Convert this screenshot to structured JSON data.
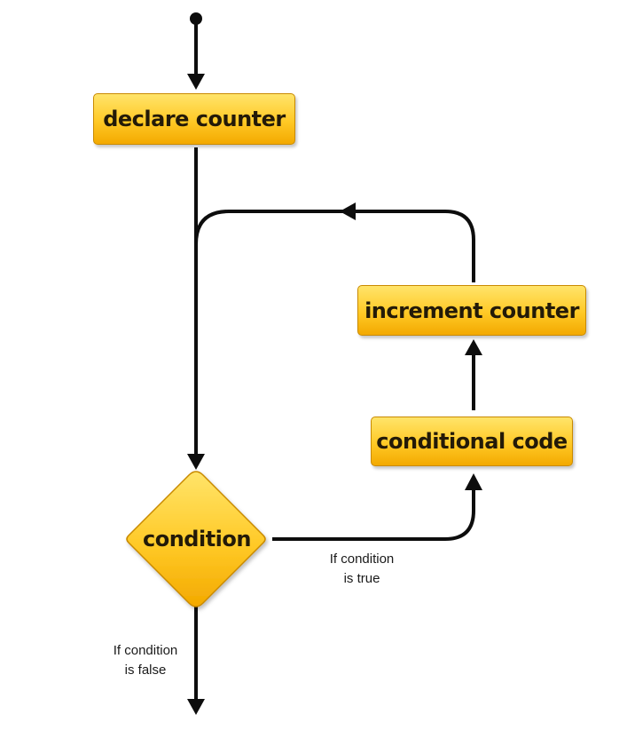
{
  "nodes": {
    "declare_counter": "declare counter",
    "increment_counter": "increment counter",
    "conditional_code": "conditional code",
    "condition": "condition"
  },
  "edges": {
    "if_true": {
      "line1": "If condition",
      "line2": "is true"
    },
    "if_false": {
      "line1": "If condition",
      "line2": "is false"
    }
  },
  "colors": {
    "box_fill_top": "#ffe46a",
    "box_fill_bottom": "#f3a900",
    "box_border": "#c98a00",
    "connector": "#0d0d0d"
  }
}
